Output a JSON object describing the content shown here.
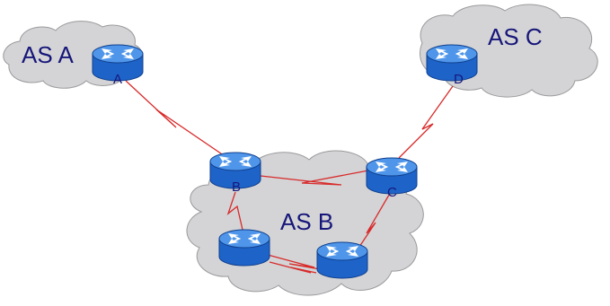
{
  "as_labels": {
    "a": "AS A",
    "b": "AS B",
    "c": "AS C"
  },
  "routers": {
    "a": "A",
    "b": "B",
    "c": "C",
    "d": "D"
  },
  "colors": {
    "cloud_fill": "#d4d4d6",
    "link": "#d82a2a",
    "router_body": "#1e63c8",
    "router_top": "#4f96ea",
    "label_text": "#16167a"
  },
  "icons": {
    "router": "router-icon",
    "link": "serial-link-lightning"
  }
}
